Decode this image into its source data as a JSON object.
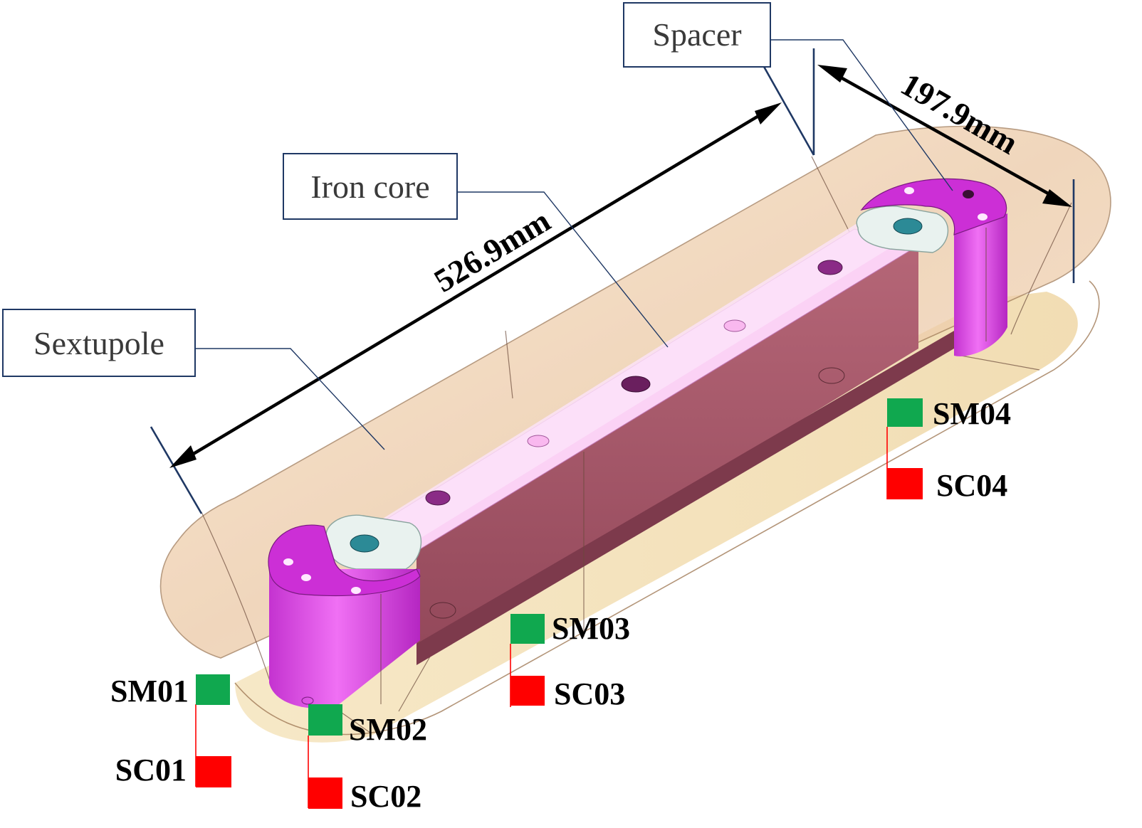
{
  "labels": {
    "spacer": "Spacer",
    "iron_core": "Iron core",
    "sextupole": "Sextupole"
  },
  "dimensions": {
    "length": "526.9mm",
    "width": "197.9mm"
  },
  "sensors": {
    "sm01": "SM01",
    "sc01": "SC01",
    "sm02": "SM02",
    "sc02": "SC02",
    "sm03": "SM03",
    "sc03": "SC03",
    "sm04": "SM04",
    "sc04": "SC04"
  },
  "colors": {
    "sm_marker": "#10a84f",
    "sc_marker": "#ff0000",
    "housing": "#f2d7b8",
    "core_top": "#f8c8f4",
    "core_side": "#a85a6a",
    "end_block": "#e040e8",
    "spacer_plate": "#e8f0ee"
  }
}
